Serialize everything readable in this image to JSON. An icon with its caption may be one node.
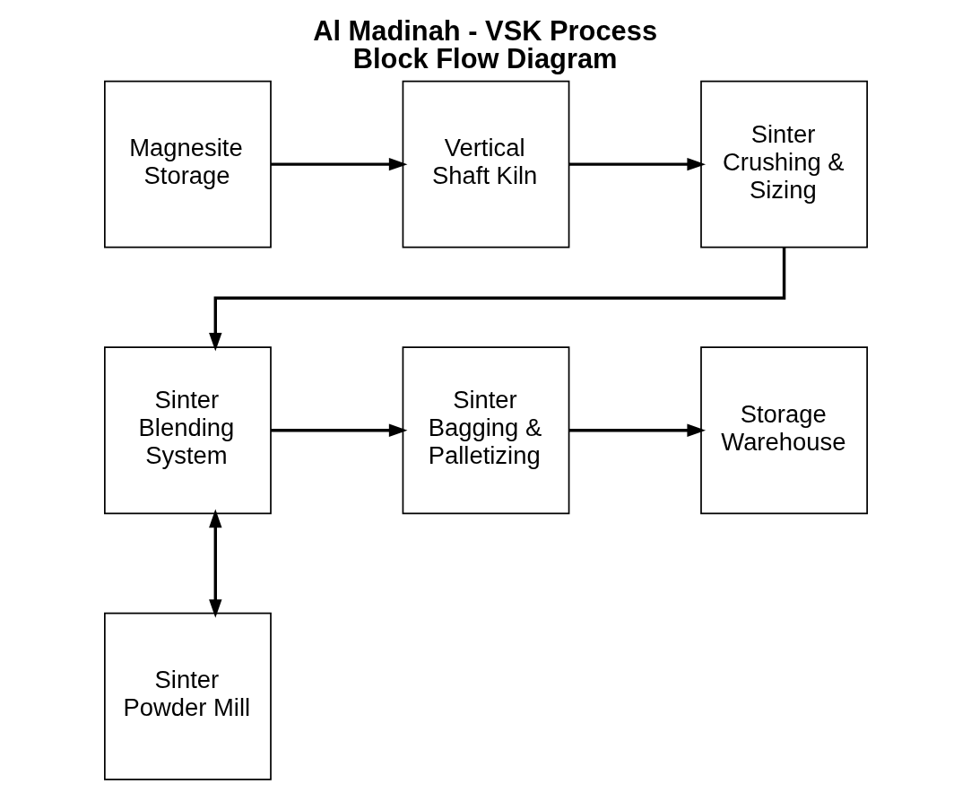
{
  "diagram": {
    "title": "Al Madinah - VSK Process Block Flow Diagram",
    "nodes": [
      {
        "text": [
          "Magnesite Storage"
        ]
      },
      {
        "text": [
          "Vertical Shaft Kiln"
        ]
      },
      {
        "text": [
          "Sinter Crushing & Sizing"
        ]
      },
      {
        "text": [
          "Sinter Blending System"
        ]
      },
      {
        "text": [
          "Sinter Bagging & Palletizing"
        ]
      },
      {
        "text": [
          "Storage Warehouse"
        ]
      },
      {
        "text": [
          "Sinter Powder Mill"
        ]
      }
    ],
    "edges": [
      {
        "from": 0,
        "to": 1,
        "arrow": "to"
      },
      {
        "from": 1,
        "to": 2,
        "arrow": "to"
      },
      {
        "from": 2,
        "to": 3,
        "arrow": "to"
      },
      {
        "from": 3,
        "to": 4,
        "arrow": "to"
      },
      {
        "from": 4,
        "to": 5,
        "arrow": "to"
      },
      {
        "from": 3,
        "to": 6,
        "arrow": "both"
      }
    ]
  }
}
